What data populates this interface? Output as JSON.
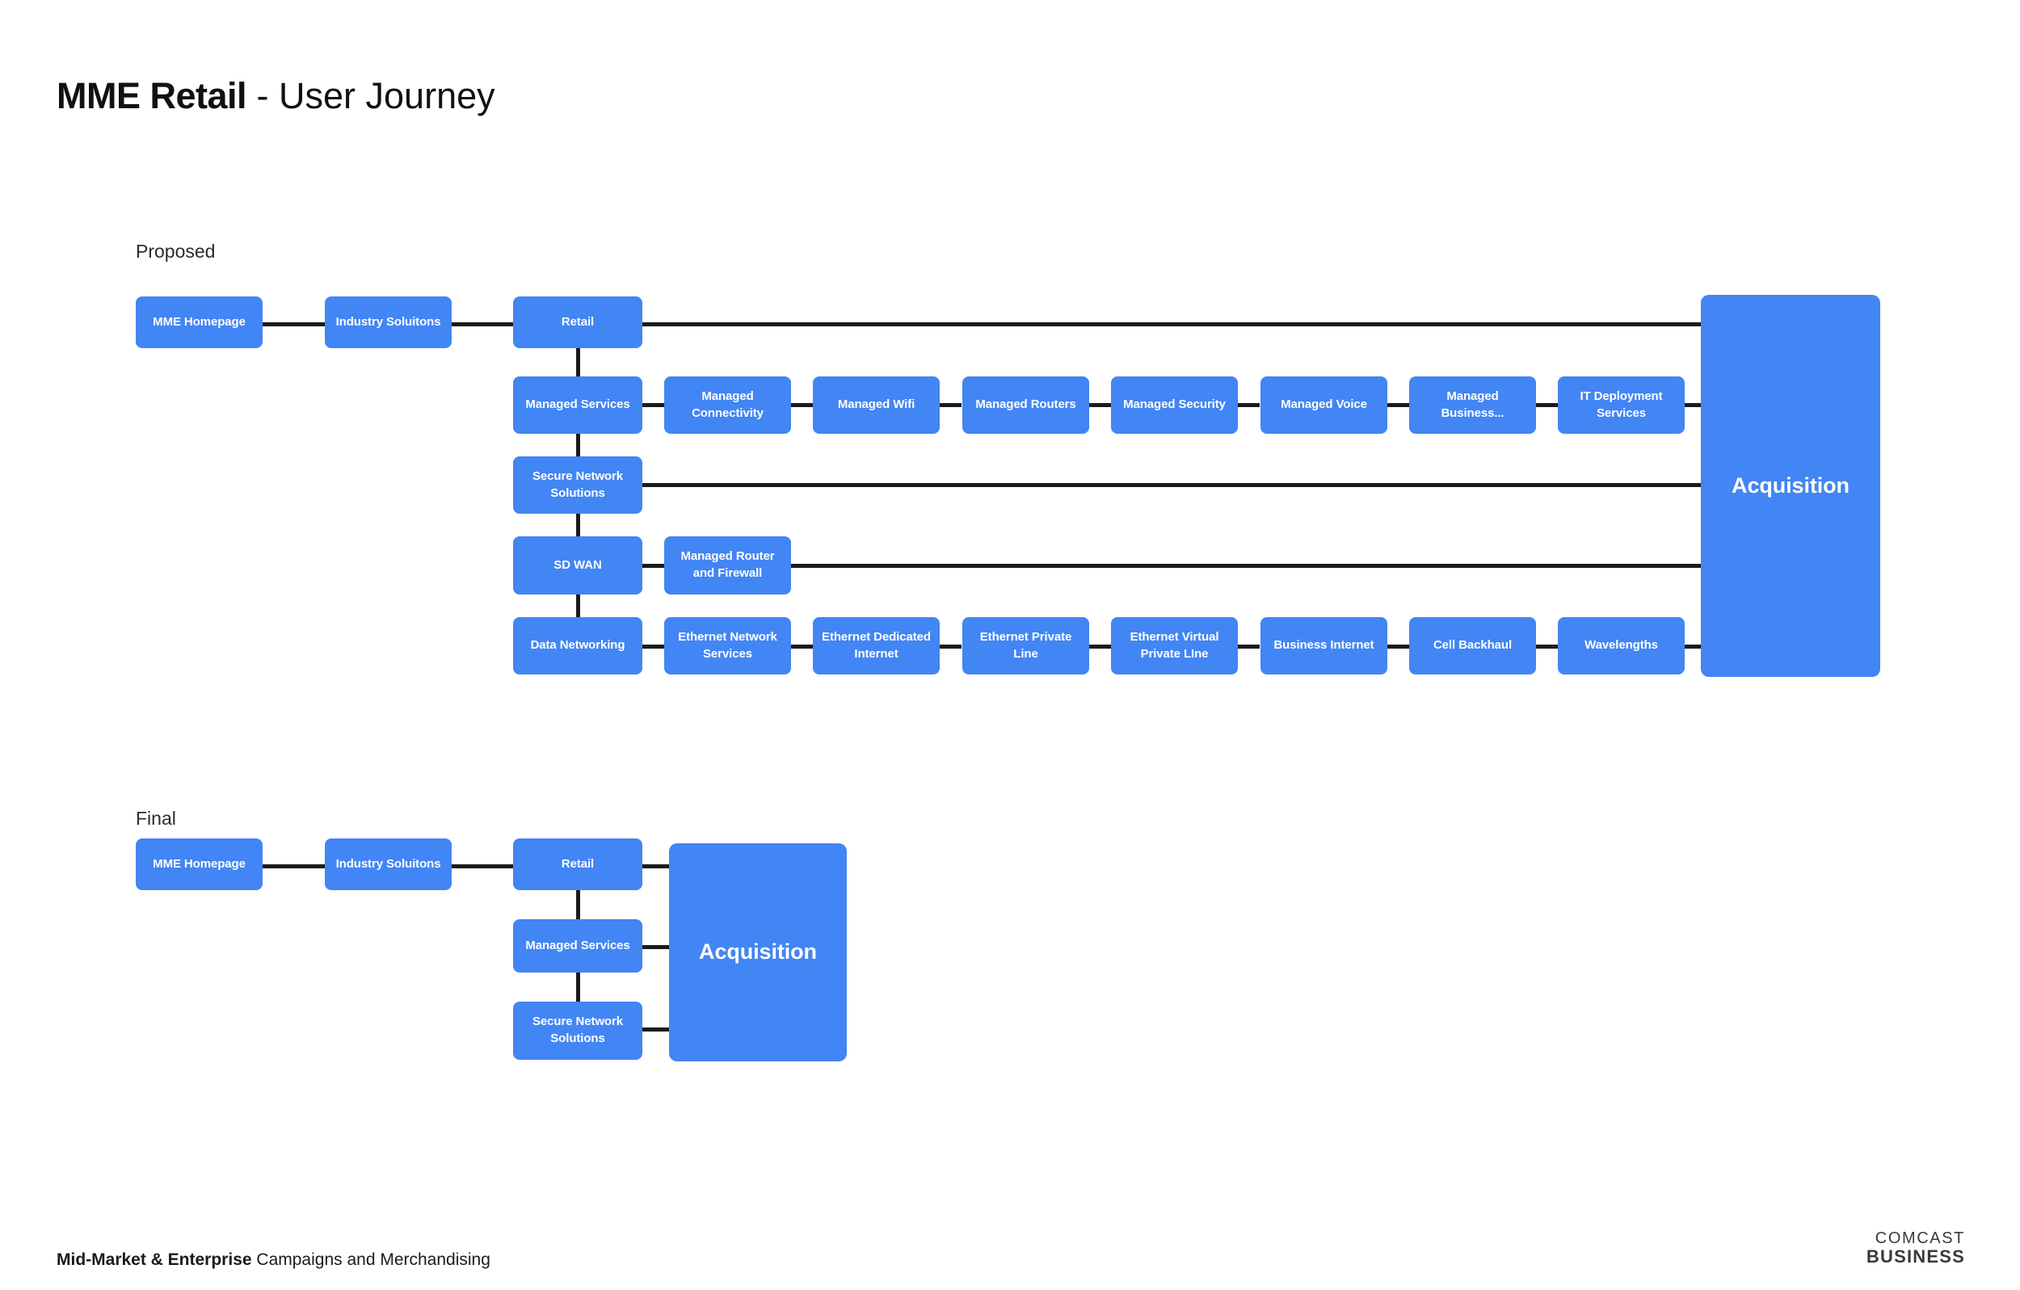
{
  "header": {
    "title_strong": "MME Retail",
    "title_light": " - User Journey"
  },
  "sections": {
    "proposed": {
      "label": "Proposed"
    },
    "final": {
      "label": "Final"
    }
  },
  "colors": {
    "node_blue": "#4285f4",
    "connector": "#1b1b1b",
    "background": "#ffffff",
    "node_text": "#ffffff",
    "heading_text": "#111111"
  },
  "proposed_flow": {
    "entry": [
      {
        "label": "MME Homepage"
      },
      {
        "label": "Industry Soluitons"
      }
    ],
    "spine": [
      {
        "label": "Retail"
      },
      {
        "label": "Managed Services"
      },
      {
        "label": "Secure Network Solutions"
      },
      {
        "label": "SD WAN"
      },
      {
        "label": "Data Networking"
      }
    ],
    "rows": [
      {
        "parent": "Retail",
        "children": []
      },
      {
        "parent": "Managed Services",
        "children": [
          {
            "label": "Managed Connectivity"
          },
          {
            "label": "Managed Wifi"
          },
          {
            "label": "Managed Routers"
          },
          {
            "label": "Managed Security"
          },
          {
            "label": "Managed Voice"
          },
          {
            "label": "Managed Business..."
          },
          {
            "label": "IT Deployment Services"
          }
        ]
      },
      {
        "parent": "Secure Network Solutions",
        "children": []
      },
      {
        "parent": "SD WAN",
        "children": [
          {
            "label": "Managed Router and Firewall"
          }
        ]
      },
      {
        "parent": "Data Networking",
        "children": [
          {
            "label": "Ethernet Network Services"
          },
          {
            "label": "Ethernet Dedicated Internet"
          },
          {
            "label": "Ethernet Private Line"
          },
          {
            "label": "Ethernet Virtual Private LIne"
          },
          {
            "label": "Business Internet"
          },
          {
            "label": "Cell Backhaul"
          },
          {
            "label": "Wavelengths"
          }
        ]
      }
    ],
    "terminal": {
      "label": "Acquisition"
    }
  },
  "final_flow": {
    "entry": [
      {
        "label": "MME Homepage"
      },
      {
        "label": "Industry Soluitons"
      }
    ],
    "spine": [
      {
        "label": "Retail"
      },
      {
        "label": "Managed Services"
      },
      {
        "label": "Secure Network Solutions"
      }
    ],
    "terminal": {
      "label": "Acquisition"
    }
  },
  "footer": {
    "strong": "Mid-Market & Enterprise",
    "light": "Campaigns and Merchandising",
    "brand_top": "COMCAST",
    "brand_bottom": "BUSINESS"
  }
}
